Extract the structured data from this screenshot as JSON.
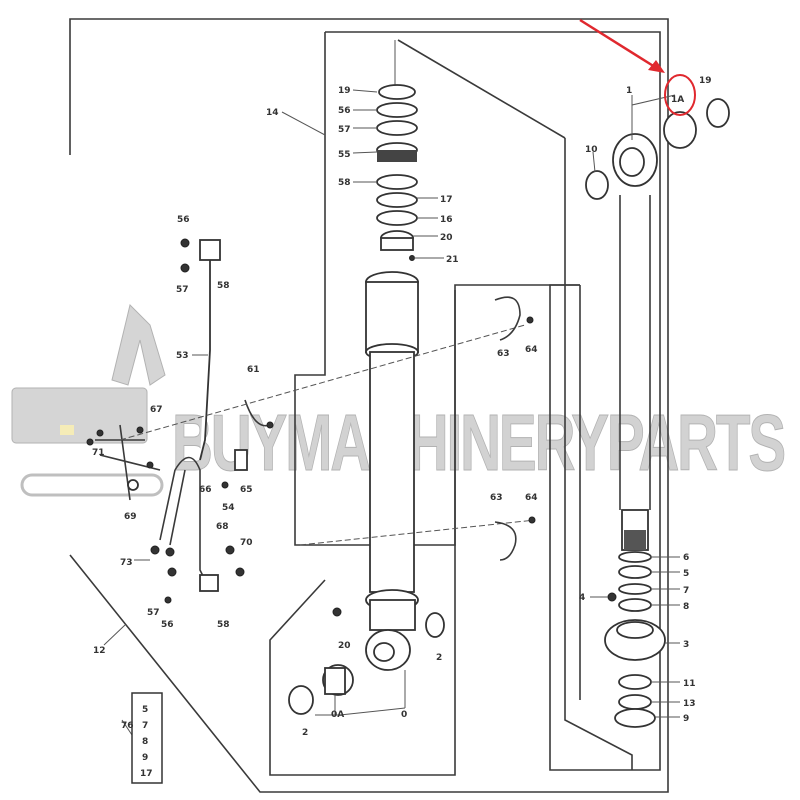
{
  "diagram": {
    "callouts": {
      "c14": "14",
      "c19a": "19",
      "c56a": "56",
      "c57a": "57",
      "c55": "55",
      "c58a": "58",
      "c17": "17",
      "c16": "16",
      "c20a": "20",
      "c21": "21",
      "c56b": "56",
      "c57b": "57",
      "c58b": "58",
      "c53": "53",
      "c61": "61",
      "c67": "67",
      "c71": "71",
      "c69": "69",
      "c66": "66",
      "c65": "65",
      "c54": "54",
      "c68": "68",
      "c70": "70",
      "c73": "73",
      "c57c": "57",
      "c56c": "56",
      "c58c": "58",
      "c12": "12",
      "c76": "76",
      "c20b": "20",
      "c2a": "2",
      "c0A": "0A",
      "c0": "0",
      "c2b": "2",
      "c63a": "63",
      "c64a": "64",
      "c63b": "63",
      "c64b": "64",
      "c1": "1",
      "c1A": "1A",
      "c19b": "19",
      "c10": "10",
      "c6": "6",
      "c5": "5",
      "c7": "7",
      "c8": "8",
      "c4": "4",
      "c3": "3",
      "c11": "11",
      "c13": "13",
      "c9": "9"
    },
    "kit_box": [
      "5",
      "7",
      "8",
      "9",
      "17"
    ],
    "highlight_color": "#e0282e"
  },
  "watermark": {
    "text": "BUYMACHINERYPARTS"
  }
}
